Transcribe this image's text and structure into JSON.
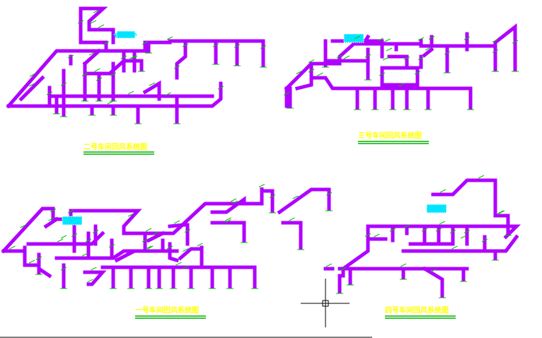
{
  "colors": {
    "background": "#ffffff",
    "duct": "#b000ff",
    "annotation": "#00c000",
    "fan_unit": "#00e5ff",
    "title": "#ffff00",
    "title_underline": "#00b000",
    "crosshair": "#000000"
  },
  "drawing": {
    "diagrams": [
      {
        "title": "二号车间回风系统图"
      },
      {
        "title": "三号车间回风系统图"
      },
      {
        "title": "一号车间回风系统图"
      },
      {
        "title": "四号车间回风系统图"
      }
    ]
  }
}
